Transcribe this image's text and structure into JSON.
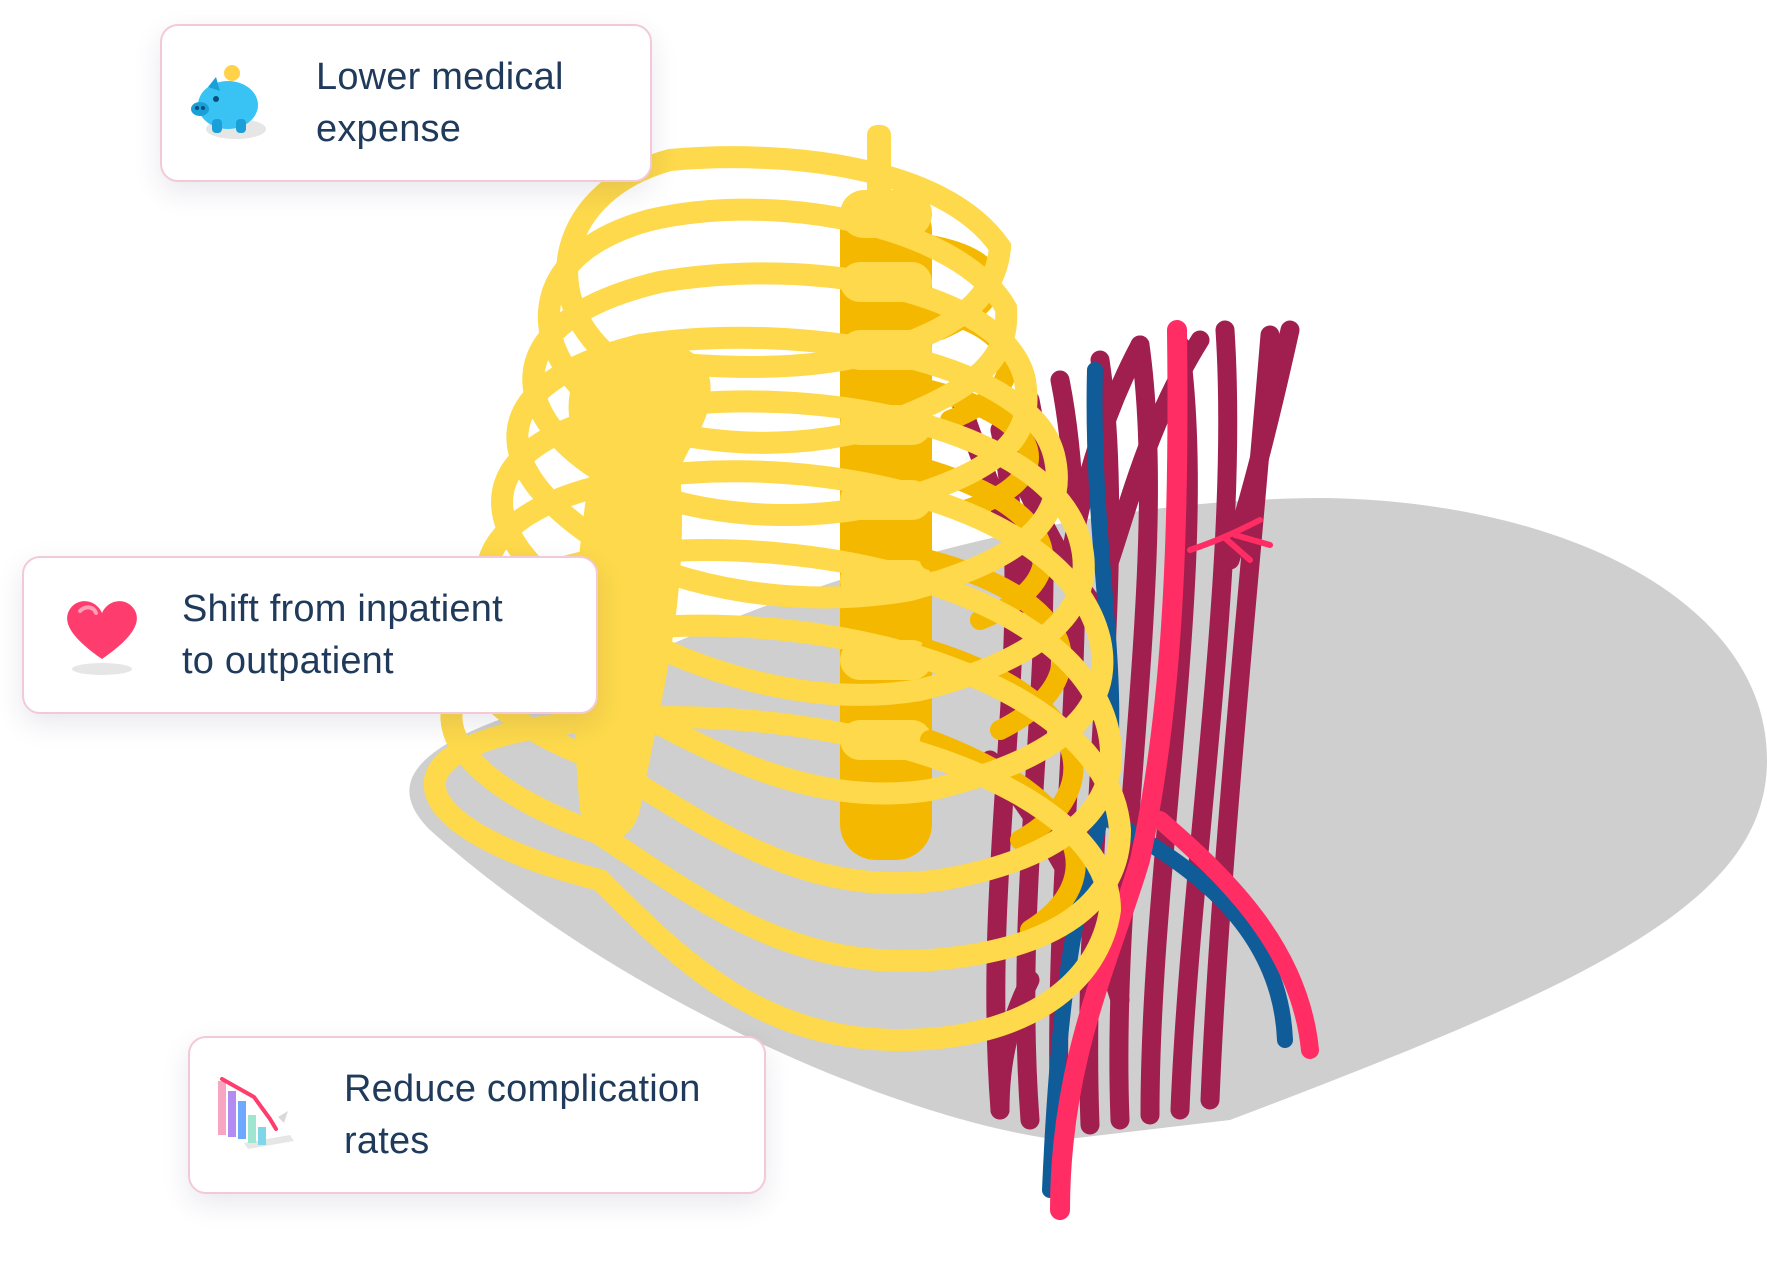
{
  "colors": {
    "bone": "#fdd94b",
    "bone_shade": "#f5b800",
    "muscle": "#a11f4e",
    "artery": "#ff2d63",
    "vein": "#0f5c99",
    "shadow": "#cfcfcf",
    "text": "#1f3a5a",
    "callout_border": "#f3c9da"
  },
  "callouts": [
    {
      "id": "expense",
      "icon": "piggy-bank-icon",
      "line1": "Lower medical",
      "line2": "expense"
    },
    {
      "id": "shift",
      "icon": "heart-icon",
      "line1": "Shift from inpatient",
      "line2": "to outpatient"
    },
    {
      "id": "rates",
      "icon": "declining-chart-icon",
      "line1": "Reduce complication",
      "line2": "rates"
    }
  ]
}
